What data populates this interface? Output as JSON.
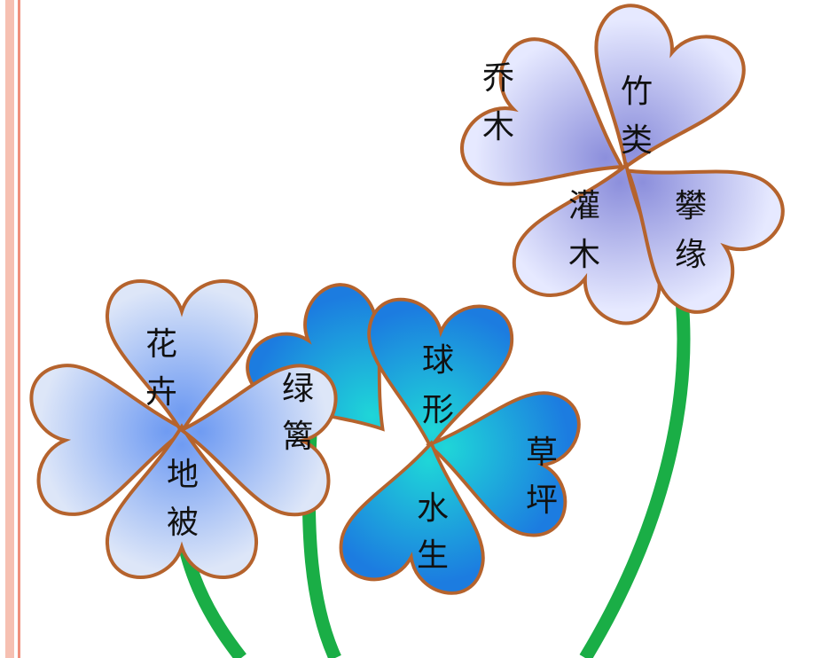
{
  "colors": {
    "stripe_main": "#f6c0b2",
    "stripe_accent": "#f08f7d",
    "stem": "#1aae46",
    "petal_outline": "#b5632d",
    "lavender_light": "#e6e9ff",
    "lavender_dark": "#8c8fdc",
    "blue_light": "#dde6f8",
    "blue_dark": "#6f9bf2",
    "teal_light": "#1fd6d8",
    "teal_dark": "#1c7ce0"
  },
  "flowers": {
    "woody": {
      "top_left": [
        "乔",
        "木"
      ],
      "top_right": [
        "竹",
        "类"
      ],
      "bottom_left": [
        "灌",
        "木"
      ],
      "bottom_right": [
        "攀",
        "缘"
      ]
    },
    "herbaceous": {
      "top": [
        "花",
        "卉"
      ],
      "right": [
        "绿",
        "篱"
      ],
      "bottom": [
        "地",
        "被"
      ]
    },
    "aquatic": {
      "top": [
        "球",
        "形"
      ],
      "right": [
        "草",
        "坪"
      ],
      "bottom": [
        "水",
        "生"
      ]
    }
  }
}
